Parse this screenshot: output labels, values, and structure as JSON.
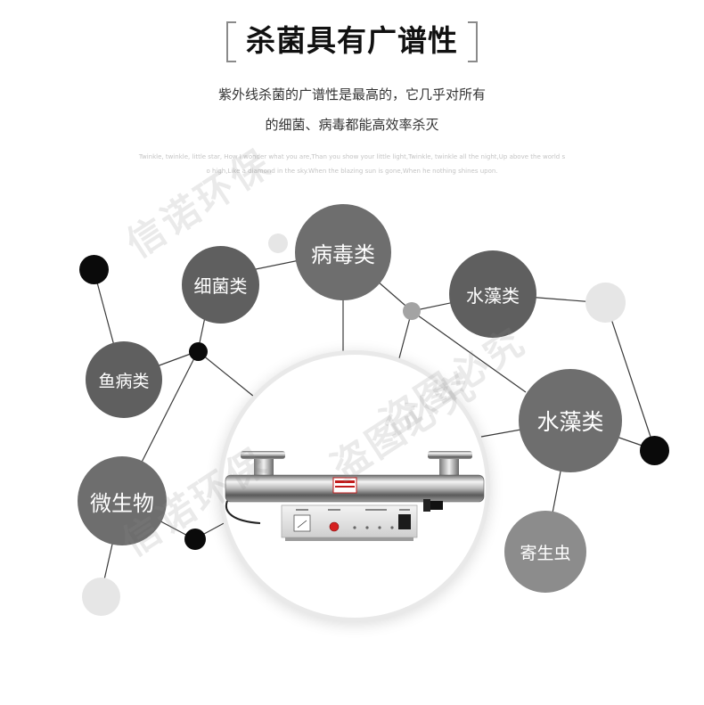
{
  "title": "杀菌具有广谱性",
  "description": {
    "line1": "紫外线杀菌的广谱性是最高的，它几乎对所有",
    "line2": "的细菌、病毒都能高效率杀灭"
  },
  "faint_text": {
    "line1": "Twinkle, twinkle, little star, How I wonder what you are,Than you show your little light,Twinkle, twinkle all the night,Up above the world s",
    "line2": "o high,Like a diamond in the sky.When the blazing sun is gone,When he nothing shines upon."
  },
  "bubbles": {
    "virus": "病毒类",
    "bacteria": "细菌类",
    "algae_small": "水藻类",
    "fish_disease": "鱼病类",
    "algae_large": "水藻类",
    "microorganism": "微生物",
    "parasite": "寄生虫"
  },
  "watermarks": [
    "信诺环保",
    "盗图必究",
    "盗图必究",
    "信诺环保"
  ],
  "colors": {
    "bubble_dark": "#5f5f5f",
    "bubble_mid": "#6e6e6e",
    "bubble_light": "#8c8c8c",
    "dot_black": "#0a0a0a",
    "dot_light": "#e6e6e6"
  }
}
